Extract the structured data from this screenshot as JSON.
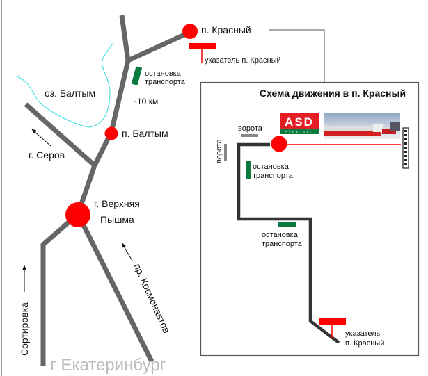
{
  "map": {
    "labels": {
      "krasny": "п. Красный",
      "sign_krasny": "указатель п. Красный",
      "stop1": [
        "остановка",
        "транспорта"
      ],
      "lake": "оз. Балтым",
      "distance": "~10 км",
      "baltym": "п. Балтым",
      "serov": "г. Серов",
      "pyshma": [
        "г. Верхняя",
        "Пышма"
      ],
      "sortirovka": "Сортировка",
      "kosmonavtov": "пр. Космонавтов",
      "ekaterinburg": "г Екатеринбург"
    },
    "colors": {
      "road": "#666666",
      "point": "#ff0000",
      "stop": "#0a7a3e",
      "lake": "#33dddd"
    }
  },
  "inset": {
    "title": "Схема движения в п. Красный",
    "gate_top": "ворота",
    "gate_side": "ворота",
    "stop_a": [
      "остановка",
      "транспорта"
    ],
    "stop_b": [
      "остановка",
      "транспорта"
    ],
    "sign": [
      "указатель",
      "п. Красный"
    ],
    "logo": {
      "main": "ASD",
      "sub": "electric"
    }
  }
}
